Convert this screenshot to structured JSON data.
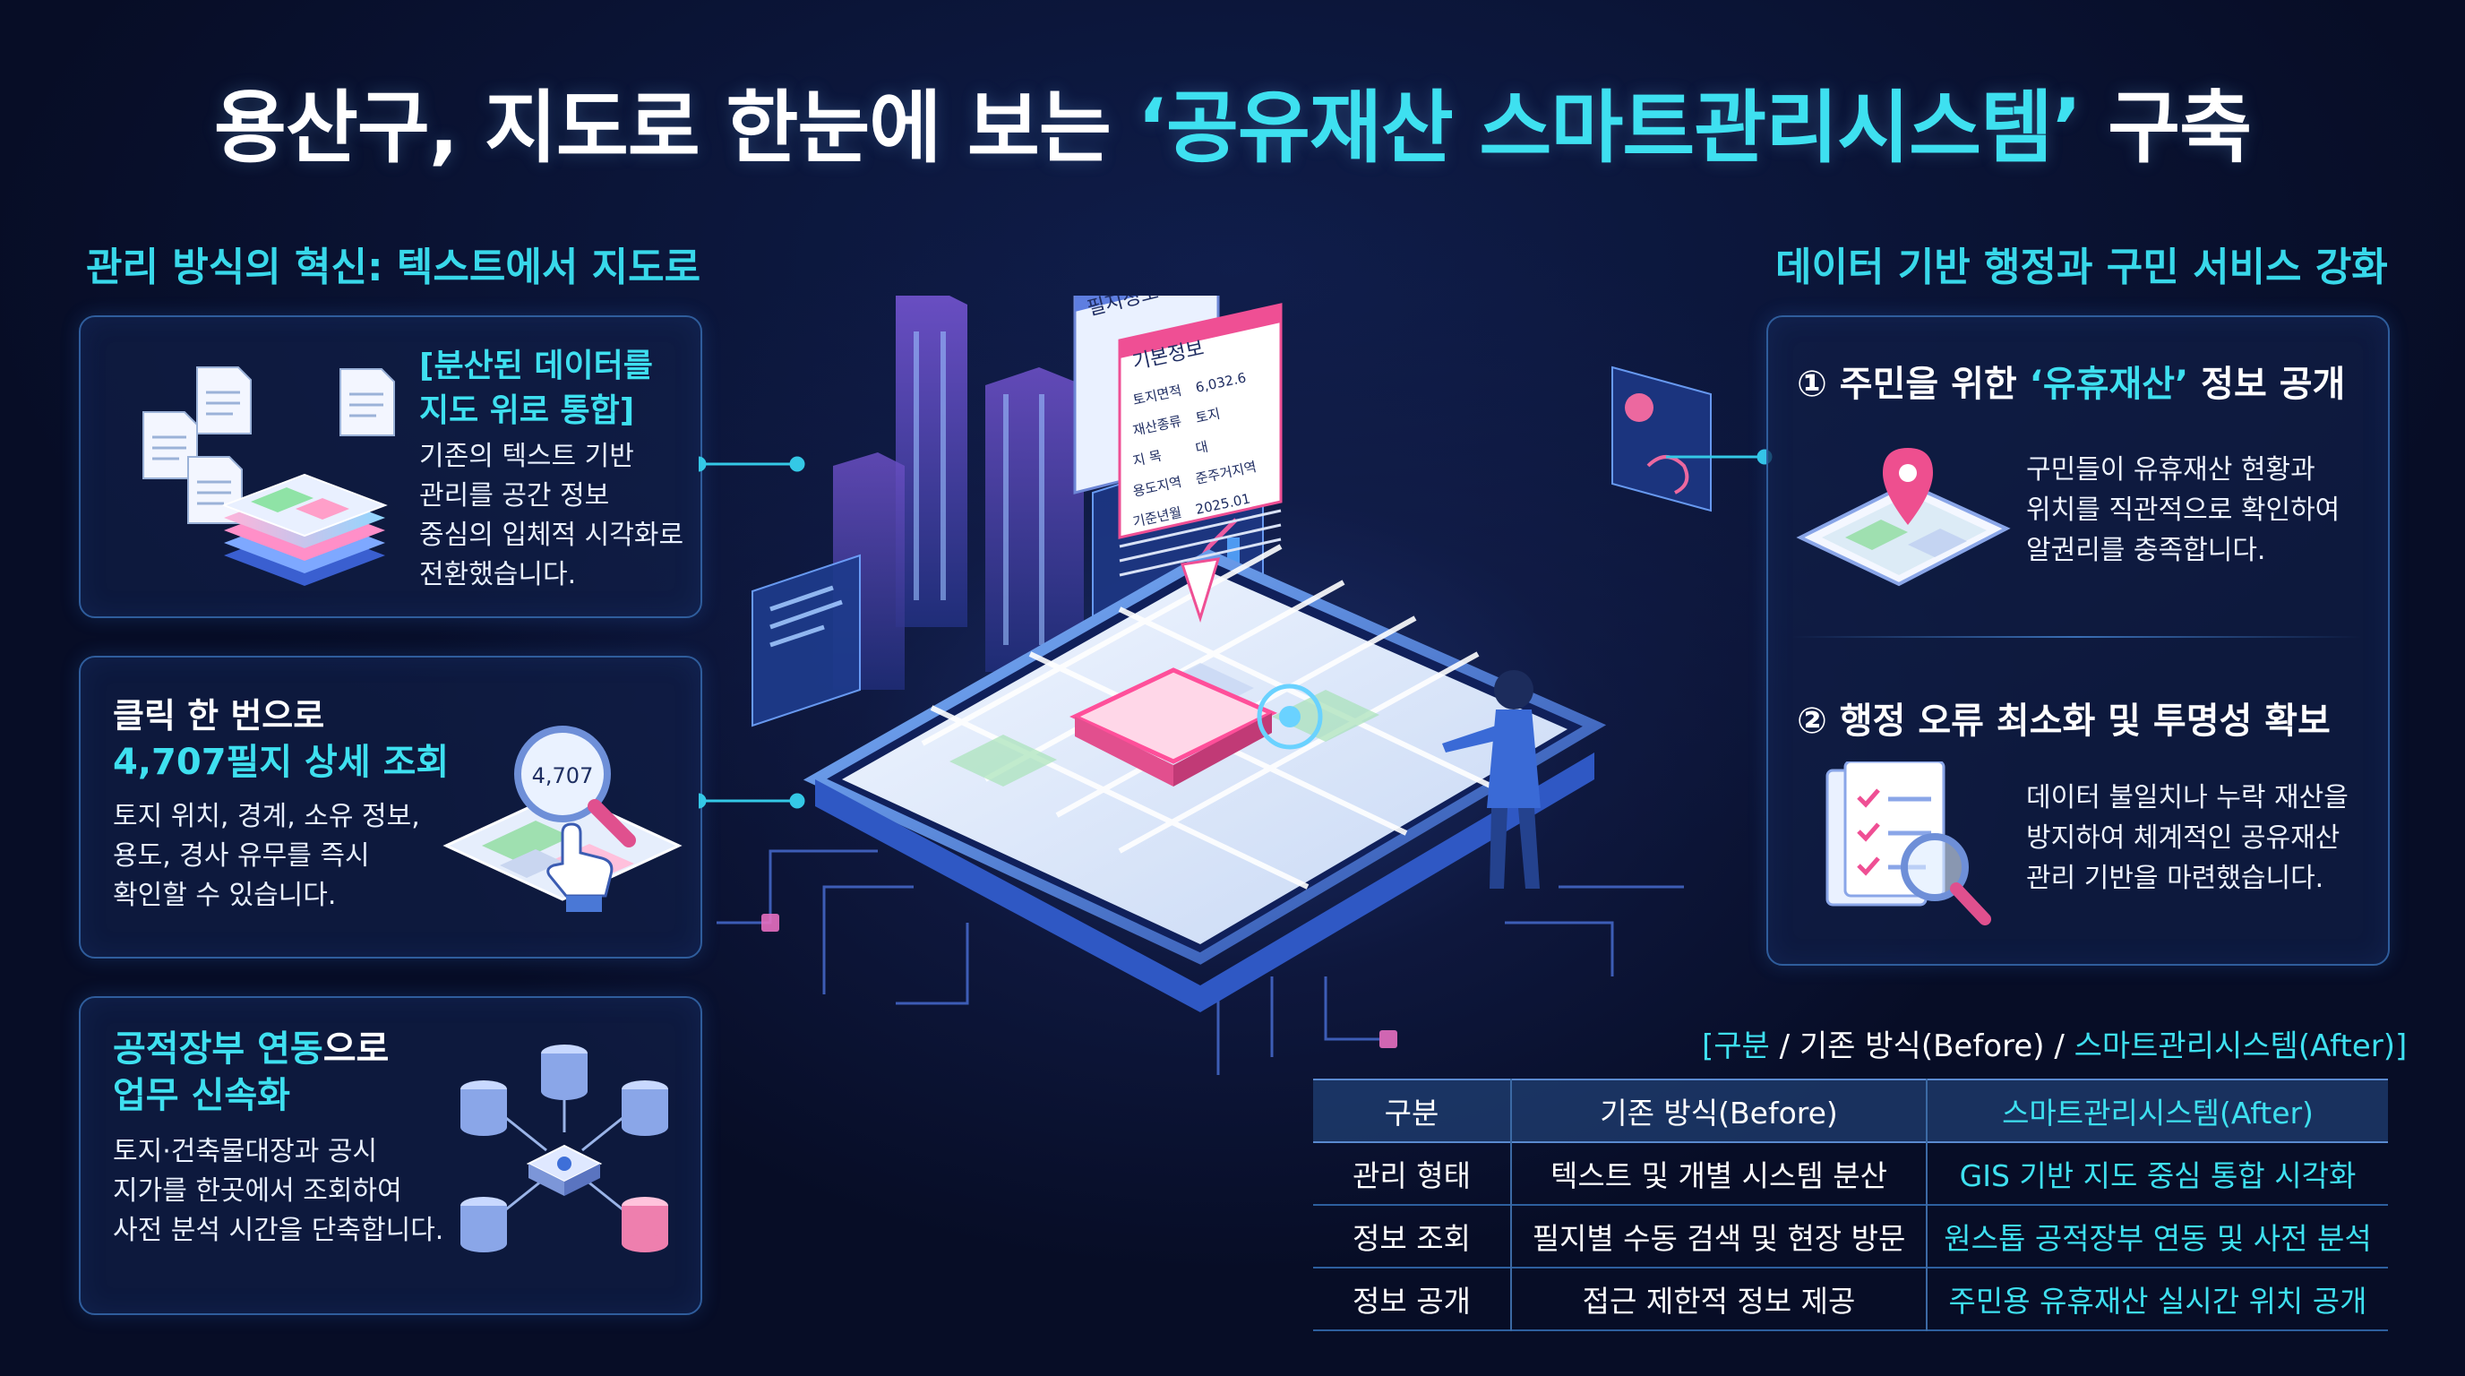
{
  "title": {
    "prefix": "용산구, 지도로 한눈에 보는 ",
    "highlight": "‘공유재산 스마트관리시스템’",
    "suffix": " 구축"
  },
  "left": {
    "heading": "관리 방식의 혁신: 텍스트에서 지도로",
    "cards": [
      {
        "title_line1": "[분산된 데이터를",
        "title_line2": "지도 위로 통합]",
        "body": [
          "기존의 텍스트 기반",
          "관리를 공간 정보",
          "중심의 입체적 시각화로",
          "전환했습니다."
        ]
      },
      {
        "title_line1": "클릭 한 번으로",
        "title_line2": "4,707필지 상세 조회",
        "badge": "4,707",
        "body": [
          "토지 위치, 경계, 소유 정보,",
          "용도, 경사 유무를 즉시",
          "확인할 수 있습니다."
        ]
      },
      {
        "title_line1_cyan": "공적장부 연동",
        "title_line1_rest": "으로",
        "title_line2": "업무 신속화",
        "body": [
          "토지·건축물대장과 공시",
          "지가를 한곳에서 조회하여",
          "사전 분석 시간을 단축합니다."
        ]
      }
    ]
  },
  "right": {
    "heading": "데이터 기반 행정과 구민 서비스 강화",
    "item1": {
      "prefix": "① 주민을 위한 ",
      "highlight": "‘유휴재산’",
      "suffix": " 정보 공개",
      "body": [
        "구민들이 유휴재산 현황과",
        "위치를 직관적으로 확인하여",
        "알권리를 충족합니다."
      ]
    },
    "item2": {
      "title": "② 행정 오류 최소화 및 투명성 확보",
      "body": [
        "데이터 불일치나 누락 재산을",
        "방지하여 체계적인 공유재산",
        "관리 기반을 마련했습니다."
      ]
    }
  },
  "center": {
    "panel_back": "필지정보",
    "panel_front": "기본정보",
    "rows": [
      {
        "k": "토지면적",
        "v": "6,032.6"
      },
      {
        "k": "재산종류",
        "v": "토지"
      },
      {
        "k": "지 목",
        "v": "대"
      },
      {
        "k": "용도지역",
        "v": "준주거지역"
      },
      {
        "k": "기준년월",
        "v": "2025.01"
      }
    ]
  },
  "table": {
    "caption_a": "[구분",
    "caption_b": " / 기존 방식(Before) / ",
    "caption_c": "스마트관리시스템(After)]",
    "headers": [
      "구분",
      "기존 방식(Before)",
      "스마트관리시스템(After)"
    ],
    "rows": [
      [
        "관리 형태",
        "텍스트 및 개별 시스템 분산",
        "GIS 기반 지도 중심 통합 시각화"
      ],
      [
        "정보 조회",
        "필지별 수동 검색 및 현장 방문",
        "원스톱 공적장부 연동 및 사전 분석"
      ],
      [
        "정보 공개",
        "접근 제한적 정보 제공",
        "주민용 유휴재산 실시간 위치 공개"
      ]
    ]
  }
}
